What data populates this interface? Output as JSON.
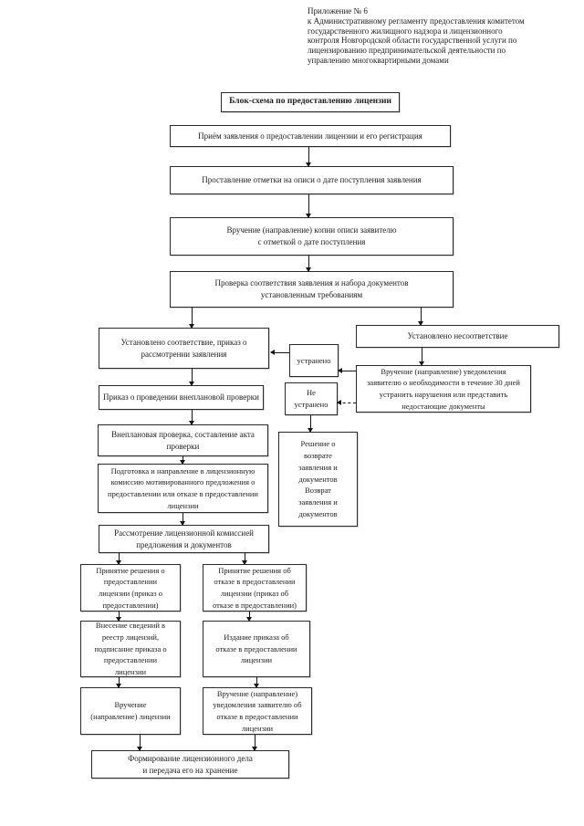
{
  "colors": {
    "ink": "#1c1c1c",
    "border": "#2b2b2b",
    "background": "#ffffff"
  },
  "header": {
    "lines": [
      "Приложение № 6",
      "к Административному регламенту предоставления комитетом",
      "государственного жилищного надзора и лицензионного",
      "контроля Новгородской области государственной услуги по",
      "лицензированию предпринимательской деятельности по",
      "управлению многоквартирными домами"
    ]
  },
  "flowchart": {
    "title": "Блок-схема по предоставлению лицензии",
    "nodes": {
      "reception": "Приём заявления о предоставлении лицензии и его регистрация",
      "mark_date": "Проставление отметки на описи о дате поступления заявления",
      "copy_handover": "Вручение (направление) копии описи заявителю\nс отметкой о дате поступления",
      "compliance_check": "Проверка соответствия заявления и набора документов\nустановленным требованиям",
      "match_found": "Установлено соответствие, приказ о\nрассмотрении заявления",
      "inspection_order": "Приказ о проведении внеплановой проверки",
      "inspection": "Внеплановая проверка, составление акта\nпроверки",
      "proposal": "Подготовка и направление в лицензионную\nкомиссию мотивированного предложения о\nпредоставлении или отказе в предоставлении\nлицензии",
      "commission_review": "Рассмотрение лицензионной комиссией\nпредложения и документов",
      "grant_decision": "Принятие решения о\nпредоставлении\nлицензии (приказ о\nпредоставлении)",
      "refusal_decision": "Принятие решения об\nотказе в предоставлении\nлицензии (приказ об\nотказе в предоставлении)",
      "register_entry": "Внесение сведений в\nреестр лицензий,\nподписание приказа о\nпредоставлении\nлицензии",
      "refusal_order": "Издание приказа об\nотказе в предоставлении\nлицензии",
      "license_handover": "Вручение\n(направление) лицензии",
      "refusal_notice": "Вручение (направление)\nуведомления заявителю об\nотказе в предоставлении\nлицензии",
      "case_file": "Формирование лицензионного дела\nи передача его на хранение",
      "mismatch_found": "Установлено несоответствие",
      "fix_notice": "Вручение (направление) уведомления\nзаявителю о необходимости в течение 30 дней\nустранить нарушения или представить\nнедостающие документы",
      "eliminated": "устранено",
      "not_eliminated": "Не\nустранено",
      "return_decision": "Решение о\nвозврате\nзаявления и\nдокументов\nВозврат\nзаявления и\nдокументов"
    }
  }
}
